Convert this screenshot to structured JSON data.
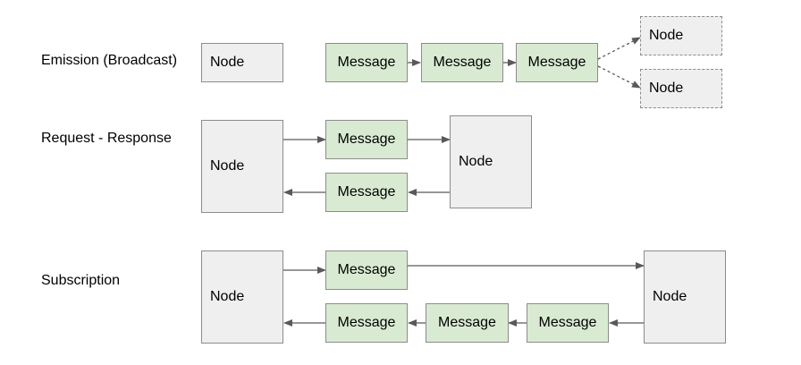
{
  "rows": {
    "emission": {
      "label": "Emission (Broadcast)",
      "node": "Node",
      "messages": [
        "Message",
        "Message",
        "Message"
      ],
      "targets": [
        "Node",
        "Node"
      ]
    },
    "request_response": {
      "label": "Request - Response",
      "node_left": "Node",
      "messages": [
        "Message",
        "Message"
      ],
      "node_right": "Node"
    },
    "subscription": {
      "label": "Subscription",
      "node_left": "Node",
      "messages_top": [
        "Message"
      ],
      "messages_bottom": [
        "Message",
        "Message",
        "Message"
      ],
      "node_right": "Node"
    }
  },
  "colors": {
    "node_fill": "#efefef",
    "message_fill": "#d9ead3",
    "border": "#8c8c8c",
    "arrow": "#595959"
  }
}
